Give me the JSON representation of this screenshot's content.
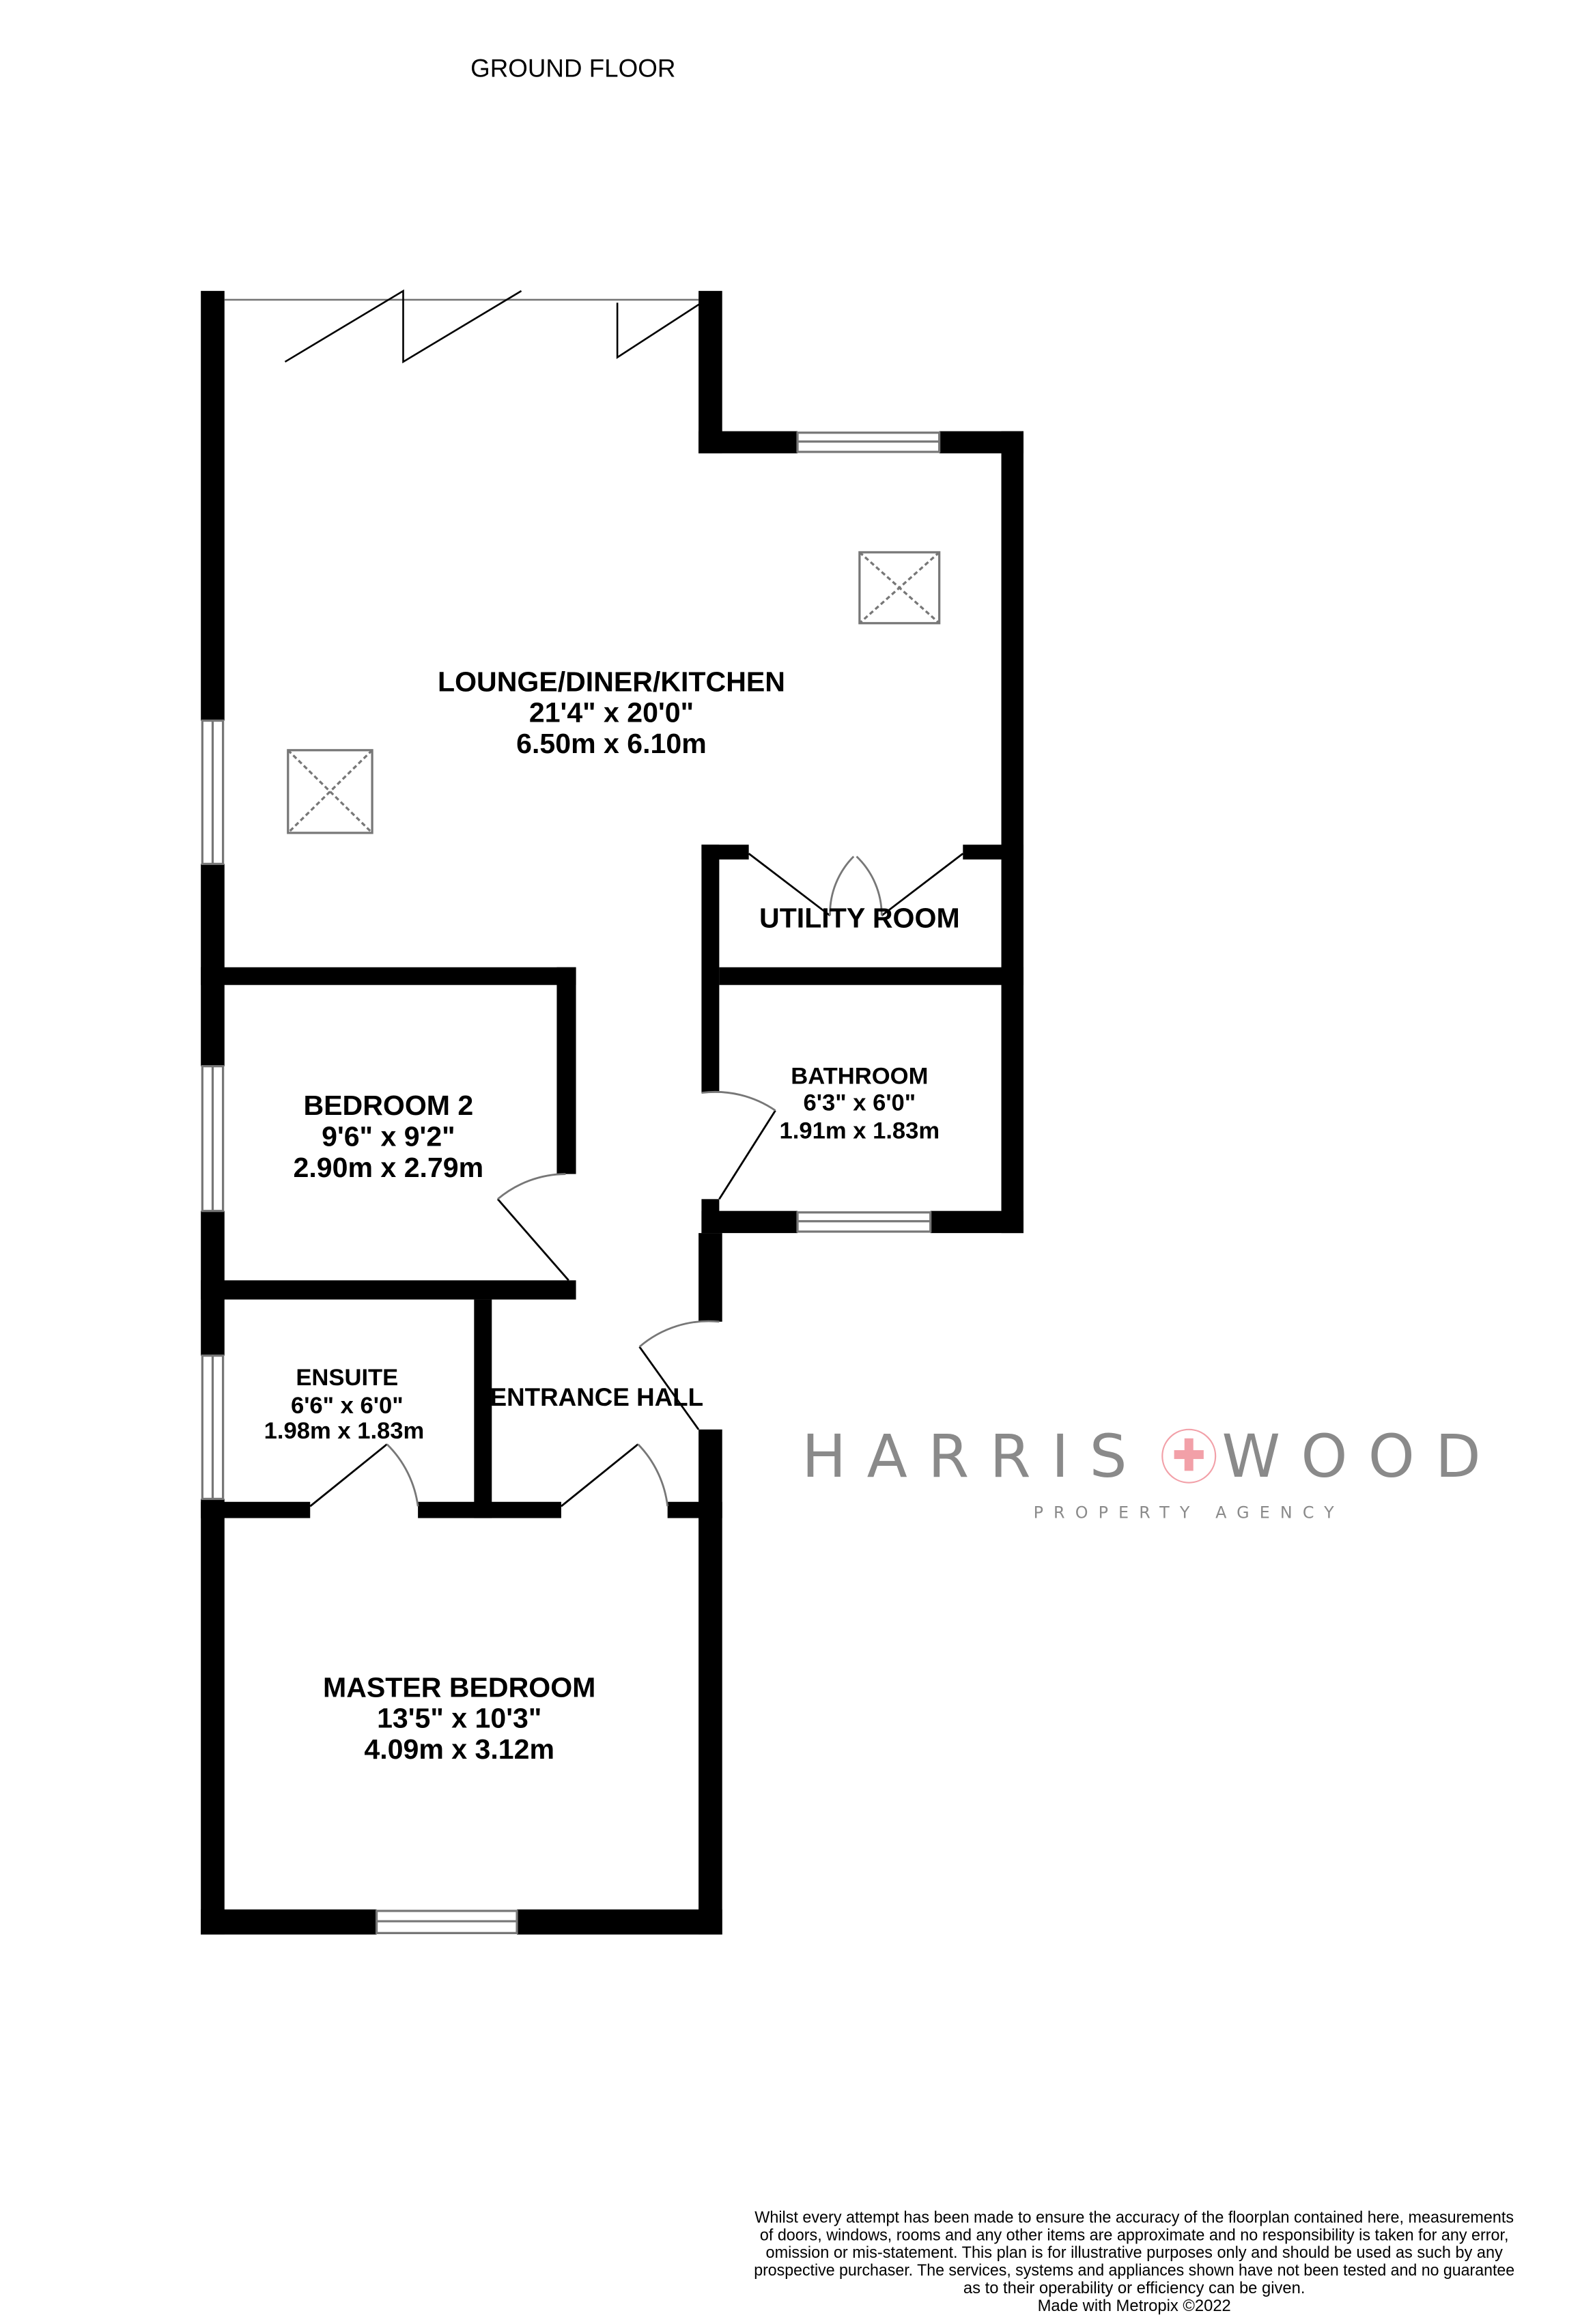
{
  "title": "GROUND FLOOR",
  "rooms": {
    "lounge": {
      "name": "LOUNGE/DINER/KITCHEN",
      "imperial": "21'4\"  x 20'0\"",
      "metric": "6.50m  x 6.10m"
    },
    "utility": {
      "name": "UTILITY ROOM"
    },
    "bathroom": {
      "name": "BATHROOM",
      "imperial": "6'3\"  x 6'0\"",
      "metric": "1.91m  x 1.83m"
    },
    "bedroom2": {
      "name": "BEDROOM 2",
      "imperial": "9'6\"  x 9'2\"",
      "metric": "2.90m  x 2.79m"
    },
    "ensuite": {
      "name": "ENSUITE",
      "imperial": "6'6\"  x 6'0\"",
      "metric": "1.98m  x 1.83m"
    },
    "entrance": {
      "name": "ENTRANCE HALL"
    },
    "master": {
      "name": "MASTER BEDROOM",
      "imperial": "13'5\"  x 10'3\"",
      "metric": "4.09m  x 3.12m"
    }
  },
  "watermark": {
    "left": "HARRIS",
    "right": "WOOD",
    "tagline": "PROPERTY AGENCY",
    "accent": "#f2a0a8"
  },
  "disclaimer": [
    "Whilst every attempt has been made to ensure the accuracy of the floorplan contained here, measurements",
    "of doors, windows, rooms and any other items are approximate and no responsibility is taken for any error,",
    "omission or mis-statement. This plan is for illustrative purposes only and should be used as such by any",
    "prospective purchaser. The services, systems and appliances shown have not been tested and no guarantee",
    "as to their operability or efficiency can be given.",
    "Made with Metropix ©2022"
  ]
}
